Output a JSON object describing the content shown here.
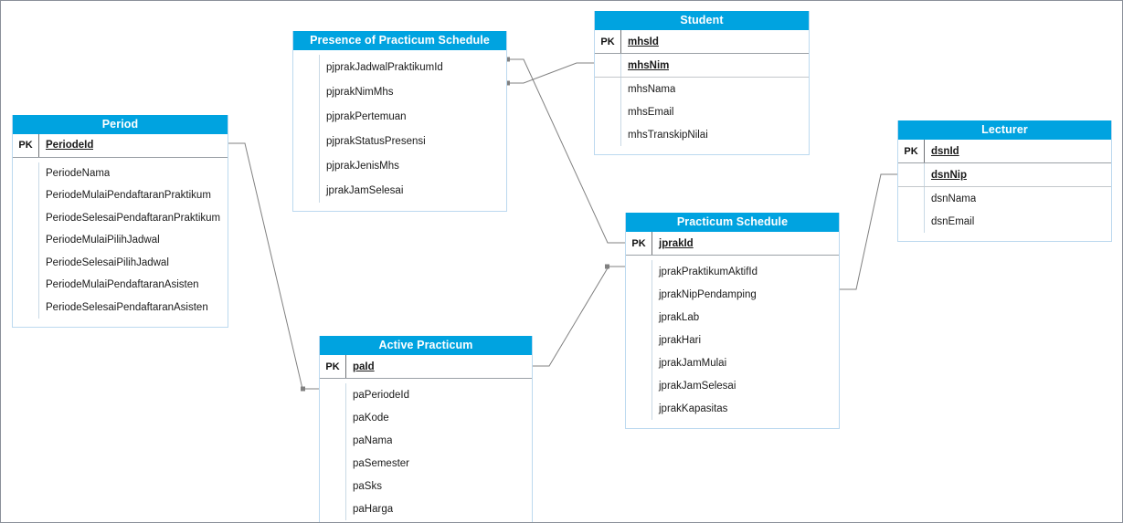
{
  "diagram": {
    "type": "entity-relationship-diagram",
    "title": "",
    "accent_color": "#00a3e0",
    "border_color": "#bcd9ef",
    "background": "#ffffff",
    "connector_color": "#808080"
  },
  "entities": [
    {
      "id": "period",
      "title": "Period",
      "key_label": "PK",
      "primary_key": "PeriodeId",
      "unique_key": null,
      "attributes": [
        "PeriodeNama",
        "PeriodeMulaiPendaftaranPraktikum",
        "PeriodeSelesaiPendaftaranPraktikum",
        "PeriodeMulaiPilihJadwal",
        "PeriodeSelesaiPilihJadwal",
        "PeriodeMulaiPendaftaranAsisten",
        "PeriodeSelesaiPendaftaranAsisten"
      ]
    },
    {
      "id": "presence",
      "title": "Presence of Practicum Schedule",
      "key_label": "",
      "primary_key": null,
      "unique_key": null,
      "attributes": [
        "pjprakJadwalPraktikumId",
        "pjprakNimMhs",
        "pjprakPertemuan",
        "pjprakStatusPresensi",
        "pjprakJenisMhs",
        "jprakJamSelesai"
      ]
    },
    {
      "id": "student",
      "title": "Student",
      "key_label": "PK",
      "primary_key": "mhsId",
      "unique_key": "mhsNim",
      "attributes": [
        "mhsNama",
        "mhsEmail",
        "mhsTranskipNilai"
      ]
    },
    {
      "id": "lecturer",
      "title": "Lecturer",
      "key_label": "PK",
      "primary_key": "dsnId",
      "unique_key": "dsnNip",
      "attributes": [
        "dsnNama",
        "dsnEmail"
      ]
    },
    {
      "id": "practicum_schedule",
      "title": "Practicum Schedule",
      "key_label": "PK",
      "primary_key": "jprakId",
      "unique_key": null,
      "attributes": [
        "jprakPraktikumAktifId",
        "jprakNipPendamping",
        "jprakLab",
        "jprakHari",
        "jprakJamMulai",
        "jprakJamSelesai",
        "jprakKapasitas"
      ]
    },
    {
      "id": "active_practicum",
      "title": "Active Practicum",
      "key_label": "PK",
      "primary_key": "paId",
      "unique_key": null,
      "attributes": [
        "paPeriodeId",
        "paKode",
        "paNama",
        "paSemester",
        "paSks",
        "paHarga"
      ]
    }
  ],
  "relationships": [
    {
      "from": "presence.pjprakNimMhs",
      "to": "student.mhsNim"
    },
    {
      "from": "presence.pjprakJadwalPraktikumId",
      "to": "practicum_schedule.jprakId"
    },
    {
      "from": "period.PeriodeId",
      "to": "active_practicum.paPeriodeId"
    },
    {
      "from": "active_practicum.paId",
      "to": "practicum_schedule.jprakPraktikumAktifId"
    },
    {
      "from": "practicum_schedule.jprakNipPendamping",
      "to": "lecturer.dsnNip"
    }
  ]
}
